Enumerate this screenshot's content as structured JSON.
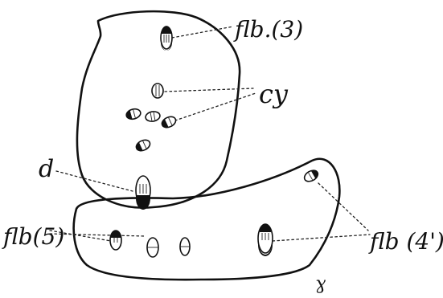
{
  "labels": {
    "flb3": "flb.(3)",
    "cy": "cy",
    "d": "d",
    "flb5": "flb(5)",
    "flb4": "flb (4')",
    "mark": "ɣ"
  }
}
